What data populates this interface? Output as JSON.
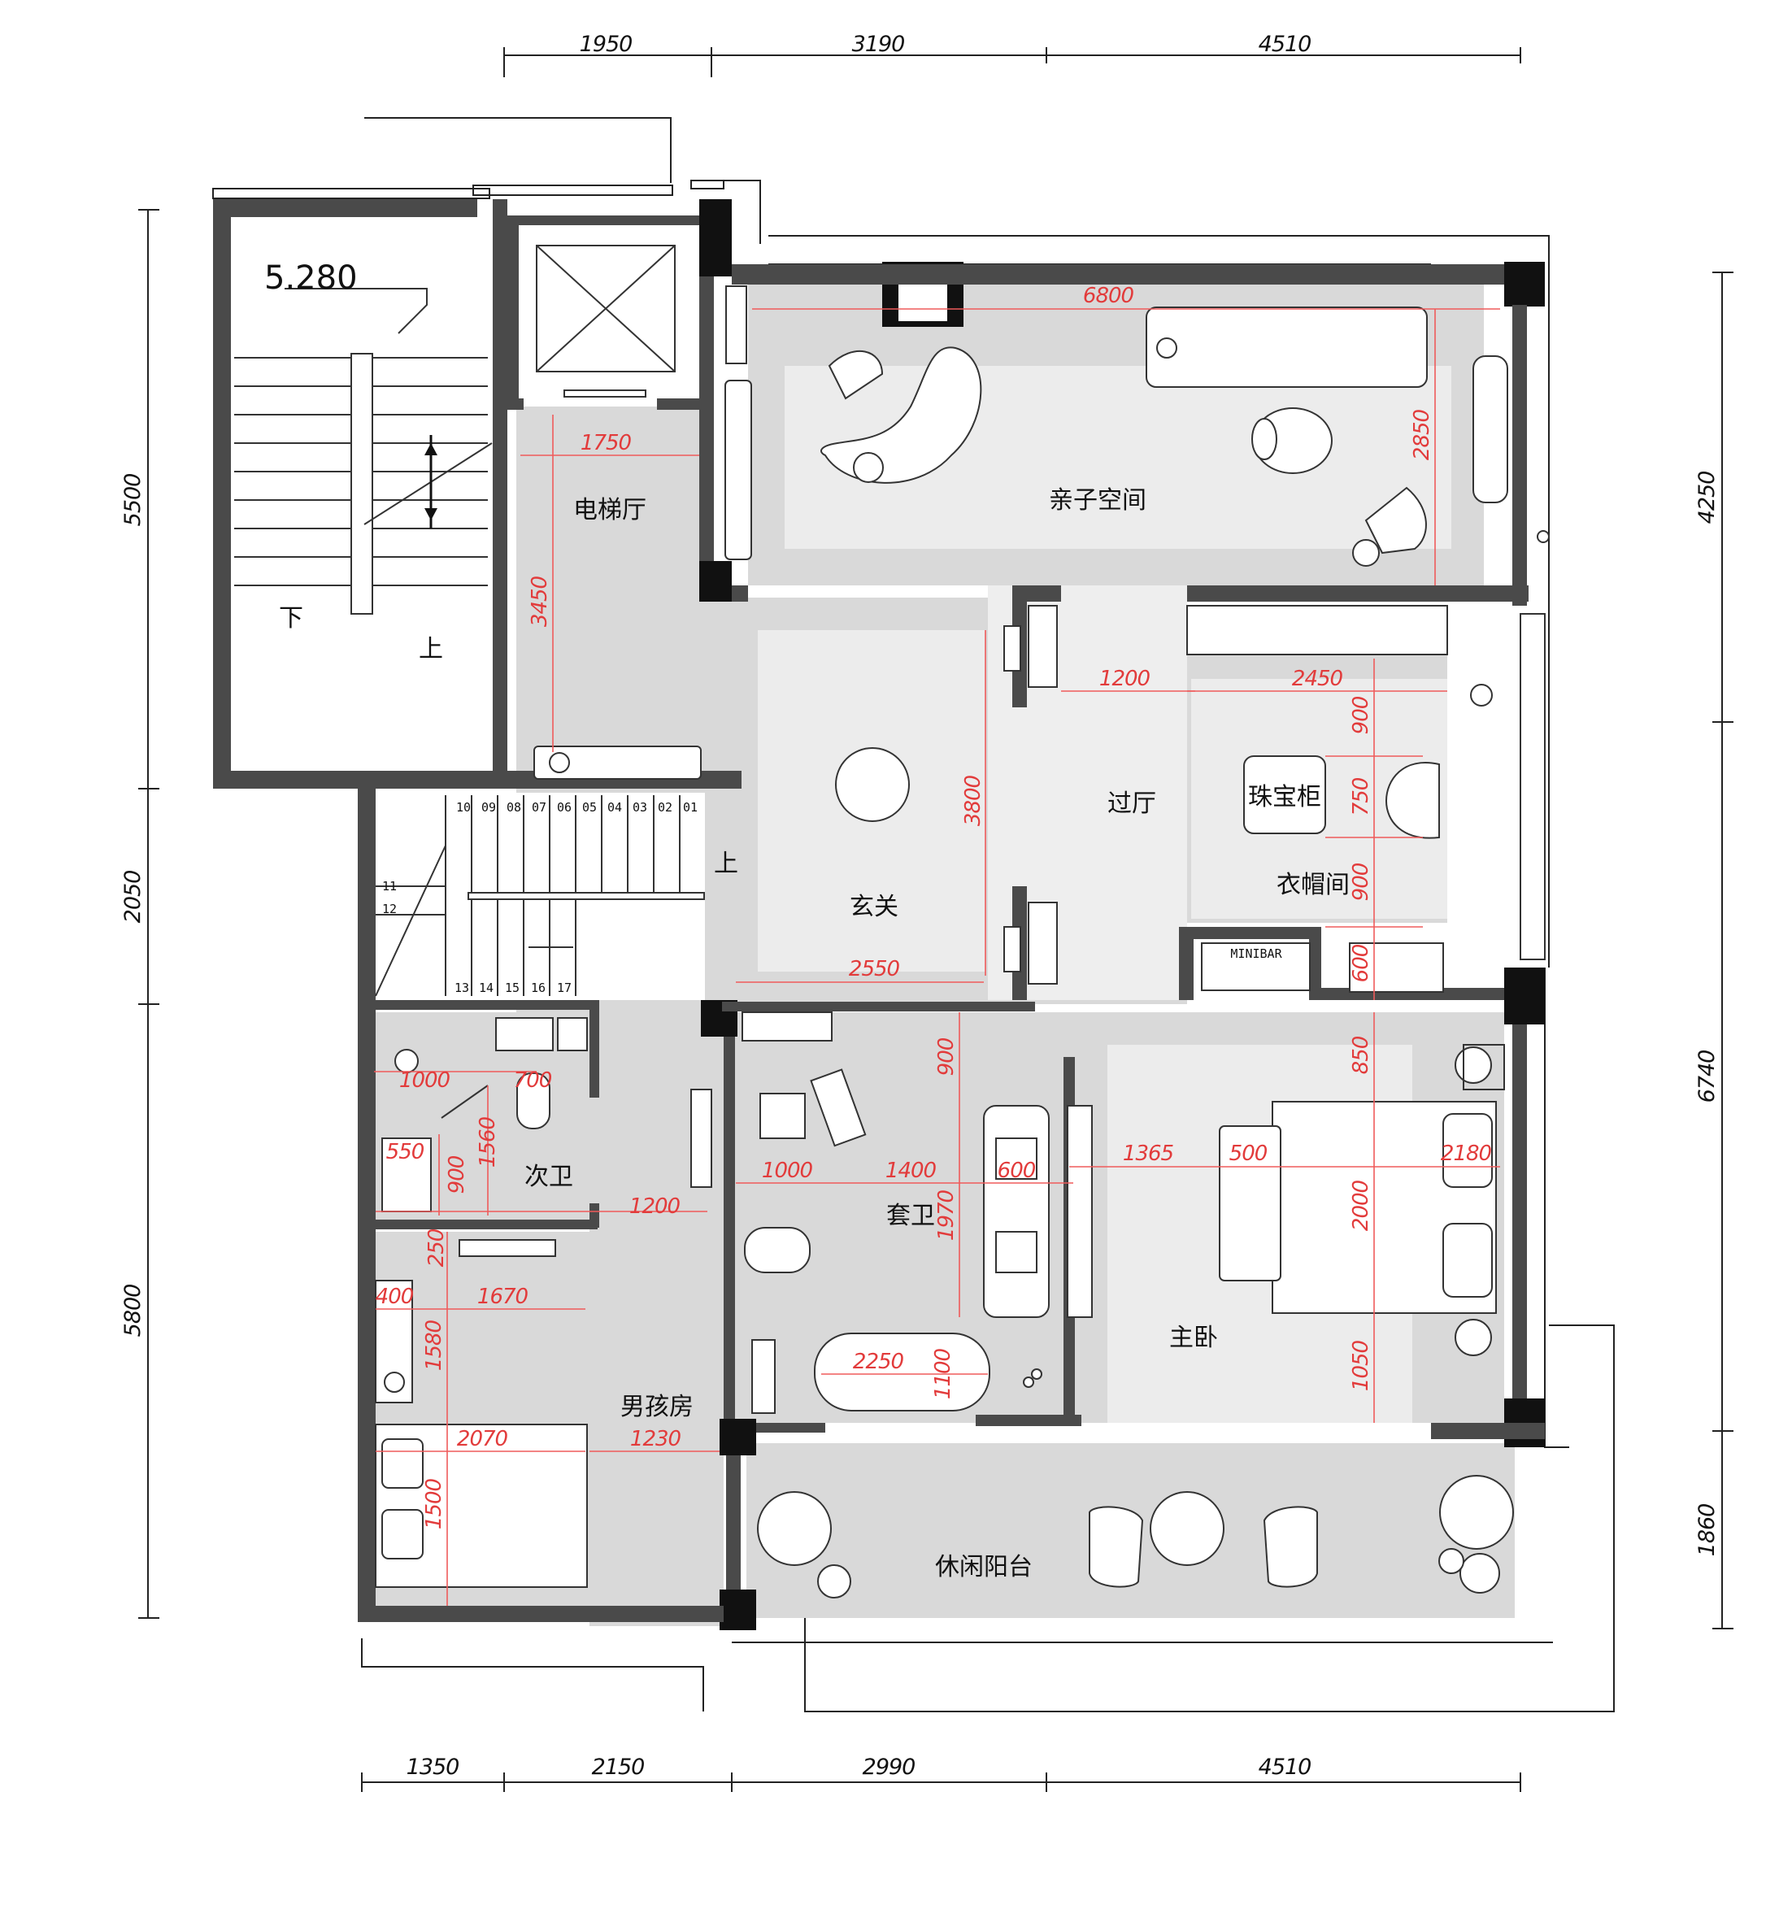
{
  "dims_top": [
    "1950",
    "3190",
    "4510"
  ],
  "dims_bottom": [
    "1350",
    "2150",
    "2990",
    "4510"
  ],
  "dims_left": [
    "5500",
    "2050",
    "5800"
  ],
  "dims_right": [
    "4250",
    "6740",
    "1860"
  ],
  "elevation": "5.280",
  "stair_labels": {
    "down": "下",
    "up": "上",
    "up2": "上"
  },
  "step_numbers_top": [
    "10",
    "09",
    "08",
    "07",
    "06",
    "05",
    "04",
    "03",
    "02",
    "01"
  ],
  "step_numbers_side": [
    "11",
    "12"
  ],
  "step_numbers_bottom": [
    "13",
    "14",
    "15",
    "16",
    "17"
  ],
  "rooms": {
    "family_space": "亲子空间",
    "elevator_hall": "电梯厅",
    "foyer": "玄关",
    "corridor": "过厅",
    "cloakroom": "衣帽间",
    "jewelry_cabinet": "珠宝柜",
    "guest_bath": "次卫",
    "ensuite_bath": "套卫",
    "master_bedroom": "主卧",
    "boys_room": "男孩房",
    "balcony": "休闲阳台"
  },
  "minibar": "MINIBAR",
  "inner_dims": {
    "family_w": "6800",
    "family_h": "2850",
    "hall_w": "1750",
    "hall_h": "3450",
    "foyer_h": "3800",
    "foyer_w": "2550",
    "corr_w": "1200",
    "cloak_w": "2450",
    "cloak_h1": "900",
    "cloak_h2": "750",
    "cloak_h3": "900",
    "cloak_h4": "600",
    "gb_1000": "1000",
    "gb_700": "700",
    "gb_1560": "1560",
    "gb_550": "550",
    "gb_900": "900",
    "corr2_w": "1200",
    "eb_900": "900",
    "eb_1000": "1000",
    "eb_1400": "1400",
    "eb_600": "600",
    "eb_1970": "1970",
    "eb_2250": "2250",
    "eb_1100": "1100",
    "mb_850": "850",
    "mb_1365": "1365",
    "mb_500": "500",
    "mb_2180": "2180",
    "mb_2000": "2000",
    "mb_1050": "1050",
    "br_250": "250",
    "br_400": "400",
    "br_1670": "1670",
    "br_1580": "1580",
    "br_2070": "2070",
    "br_1230": "1230",
    "br_1500": "1500"
  }
}
